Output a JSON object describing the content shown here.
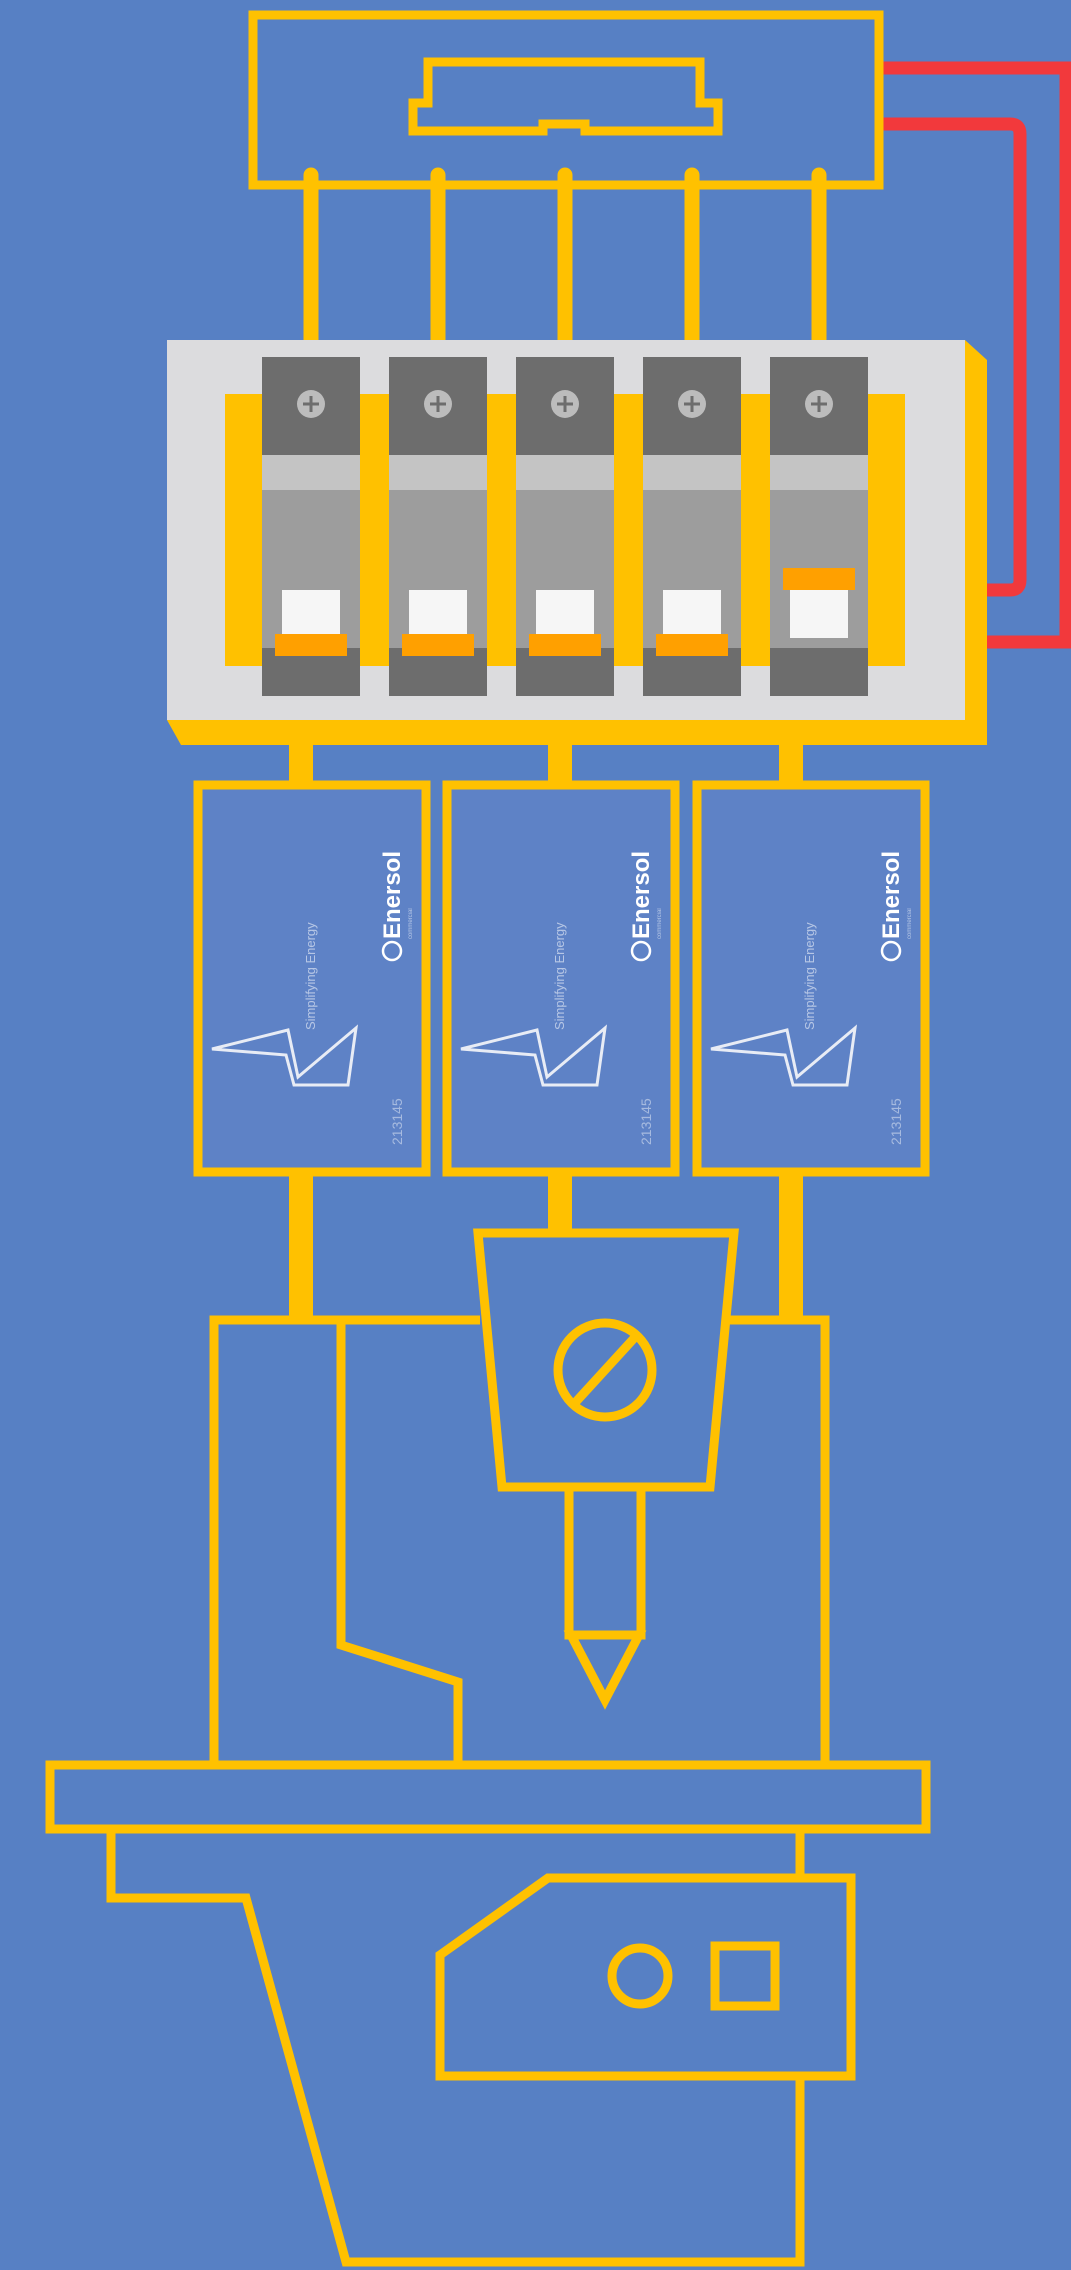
{
  "colors": {
    "background": "#5780c4",
    "outline": "#ffc100",
    "wire": "#f2393c",
    "enclosure": "#dcdcde",
    "breaker_terminal": "#6d6d6d",
    "breaker_body": "#9d9d9d",
    "breaker_band": "#c4c4c4",
    "toggle": "#f6f6f6",
    "toggle_base": "#ffa000",
    "label_panel": "#5e82c6"
  },
  "breakers": [
    {
      "state": "off"
    },
    {
      "state": "off"
    },
    {
      "state": "off"
    },
    {
      "state": "off"
    },
    {
      "state": "on"
    }
  ],
  "labels": [
    {
      "brand": "Enersol",
      "brand_small": "commercial",
      "tagline": "Simplifying Energy",
      "serial": "213145"
    },
    {
      "brand": "Enersol",
      "brand_small": "commercial",
      "tagline": "Simplifying Energy",
      "serial": "213145"
    },
    {
      "brand": "Enersol",
      "brand_small": "commercial",
      "tagline": "Simplifying Energy",
      "serial": "213145"
    }
  ],
  "icons": {
    "terminal": "plus-screw-icon",
    "lightning": "lightning-bolt-icon",
    "brand_mark": "enersol-logo-icon",
    "probe": "no-symbol-icon"
  }
}
